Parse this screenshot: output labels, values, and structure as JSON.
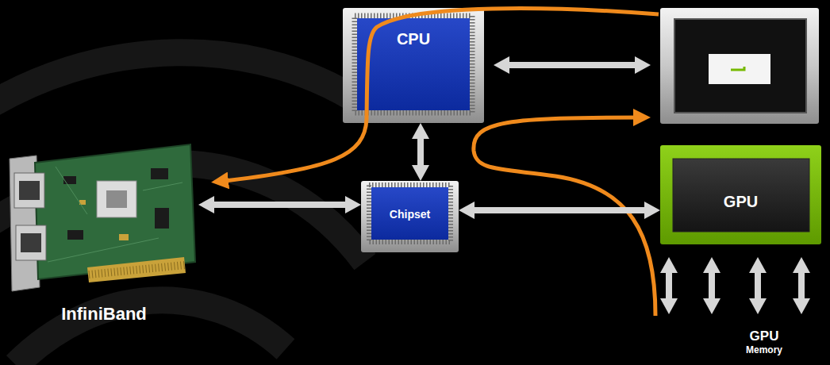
{
  "diagram": {
    "nodes": [
      {
        "text": [
          "CPU"
        ]
      },
      {
        "text": [
          "InfiniBand"
        ]
      },
      {
        "text": [
          "Chipset"
        ]
      },
      {
        "text": [
          "GPU"
        ]
      }
    ],
    "edges": [
      {
        "from": 0,
        "to": 2,
        "arrow": "both"
      },
      {
        "from": 1,
        "to": 2,
        "arrow": "both"
      },
      {
        "from": 2,
        "to": 3,
        "arrow": "both"
      }
    ],
    "labels": [
      "GPU",
      "Memory"
    ]
  }
}
